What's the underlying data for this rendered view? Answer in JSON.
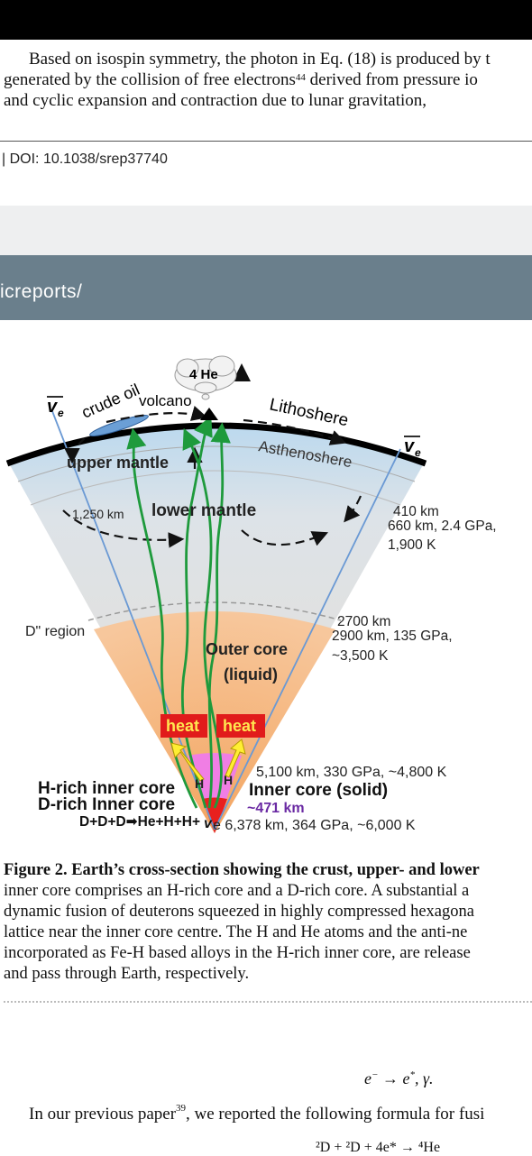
{
  "paragraph": {
    "line1": "Based on isospin symmetry, the photon in Eq. (18) is produced by t",
    "line2_a": "generated by the collision of free electrons",
    "line2_ref": "44",
    "line2_b": " derived from pressure io",
    "line3": "and cyclic expansion and contraction due to lunar gravitation,"
  },
  "doi": "| DOI: 10.1038/srep37740",
  "banner": {
    "text": "icreports/"
  },
  "figure": {
    "he_cloud": "4 He",
    "nu_symbol": "v",
    "nu_sub": "e",
    "crude_oil": "crude oil",
    "volcano": "volcano",
    "lithosphere": "Lithoshere",
    "asthenosphere": "Asthenoshere",
    "upper_mantle": "upper mantle",
    "lower_mantle": "lower mantle",
    "depth_1250": "1,250 km",
    "d_region": "D\" region",
    "label_410": "410 km",
    "label_660": "660 km, 2.4 GPa,",
    "label_1900": "1,900 K",
    "label_2700": "2700 km",
    "label_2900": "2900 km, 135 GPa,",
    "label_3500": "~3,500 K",
    "outer_core_1": "Outer core",
    "outer_core_2": "(liquid)",
    "heat": "heat",
    "h_letter": "H",
    "label_5100": "5,100 km, 330 GPa, ~4,800 K",
    "inner_core": "Inner core (solid)",
    "km471": "~471 km",
    "h_rich": "H-rich inner core",
    "d_rich": "D-rich Inner core",
    "reaction": "D+D+D➡He+H+H+",
    "label_6378": "e 6,378 km, 364 GPa, ~6,000 K"
  },
  "caption": {
    "title": "Figure 2.   Earth’s cross-section showing the crust, upper- and lower",
    "line2": "inner core comprises an H-rich core and a D-rich core. A substantial a",
    "line3": "dynamic fusion of deuterons squeezed in highly compressed hexagona",
    "line4": "lattice near the inner core centre. The H and He atoms and the anti-ne",
    "line5": "incorporated as Fe-H based alloys in the H-rich inner core, are release",
    "line6": "and pass through Earth, respectively."
  },
  "equation": {
    "lhs": "e",
    "lhs_sup": "−",
    "arrow": " → e",
    "rhs_sup": "*",
    "rhs": ", γ."
  },
  "last_para": {
    "text_a": "In our previous paper",
    "ref": "39",
    "text_b": ", we reported the following formula for fusi"
  },
  "equation2": {
    "text": "²D + ²D + 4e* → ⁴He"
  }
}
